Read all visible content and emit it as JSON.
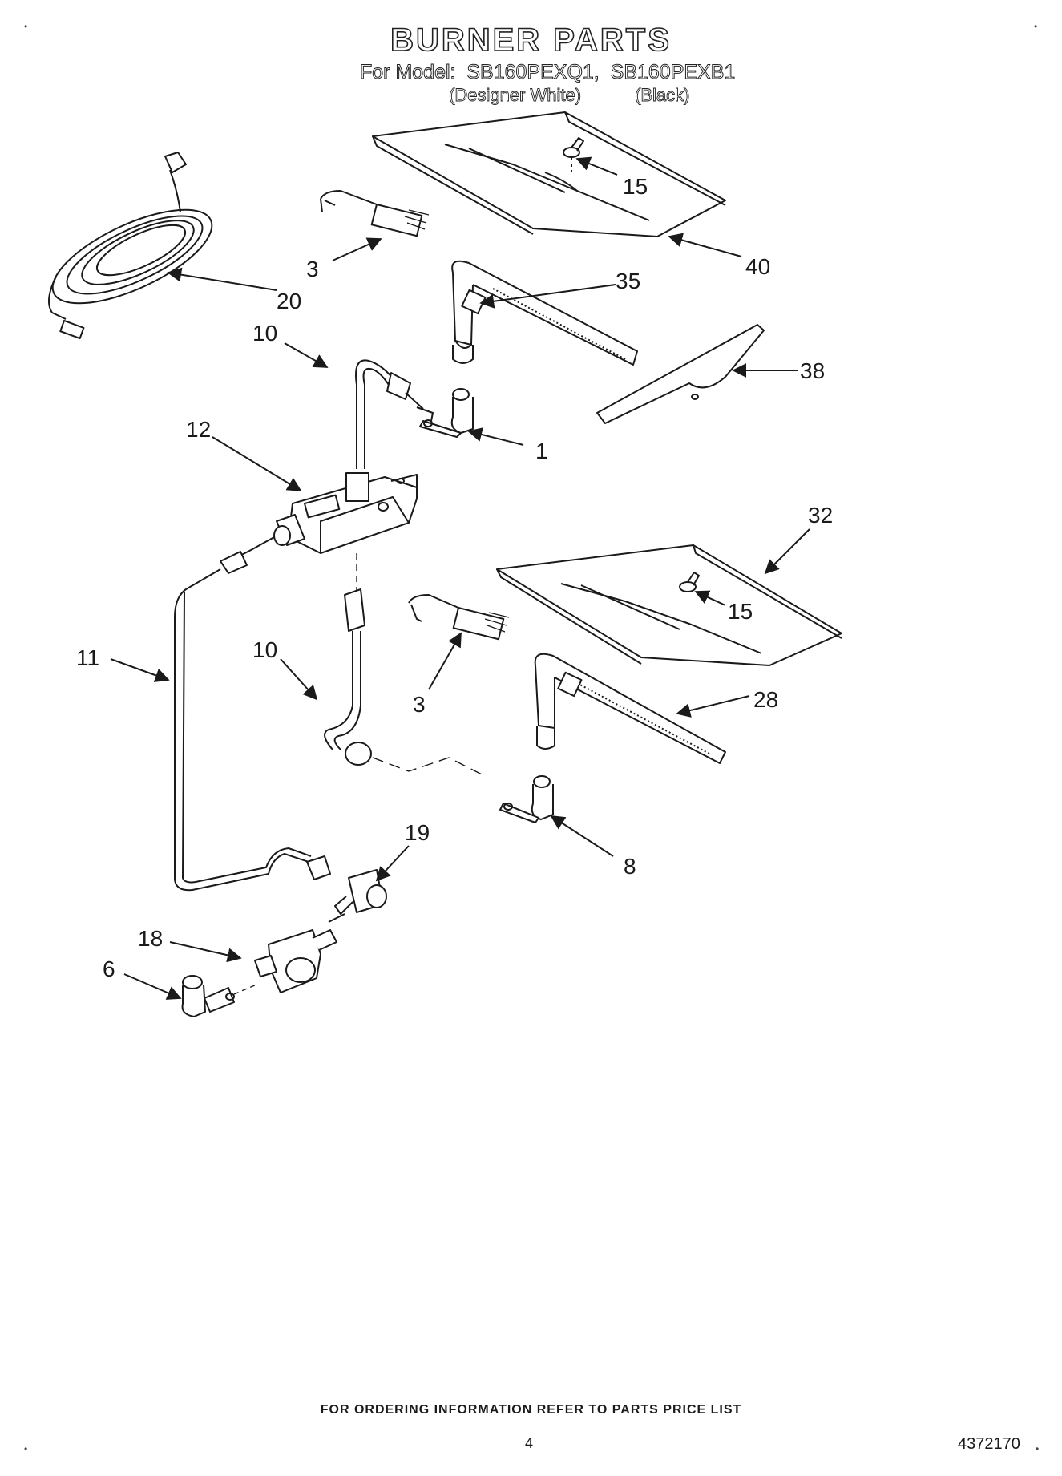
{
  "header": {
    "title": "BURNER PARTS",
    "model_line": "For Model:  SB160PEXQ1,  SB160PEXB1",
    "variant_1": "(Designer White)",
    "variant_2": "(Black)"
  },
  "callouts": {
    "c15a": "15",
    "c40": "40",
    "c3a": "3",
    "c20": "20",
    "c35": "35",
    "c10a": "10",
    "c38": "38",
    "c1": "1",
    "c12": "12",
    "c32": "32",
    "c15b": "15",
    "c11": "11",
    "c10b": "10",
    "c3b": "3",
    "c28": "28",
    "c19": "19",
    "c8": "8",
    "c18": "18",
    "c6": "6"
  },
  "footer": {
    "ordering_note": "FOR ORDERING INFORMATION REFER TO PARTS PRICE LIST",
    "page_number": "4",
    "document_number": "4372170"
  }
}
